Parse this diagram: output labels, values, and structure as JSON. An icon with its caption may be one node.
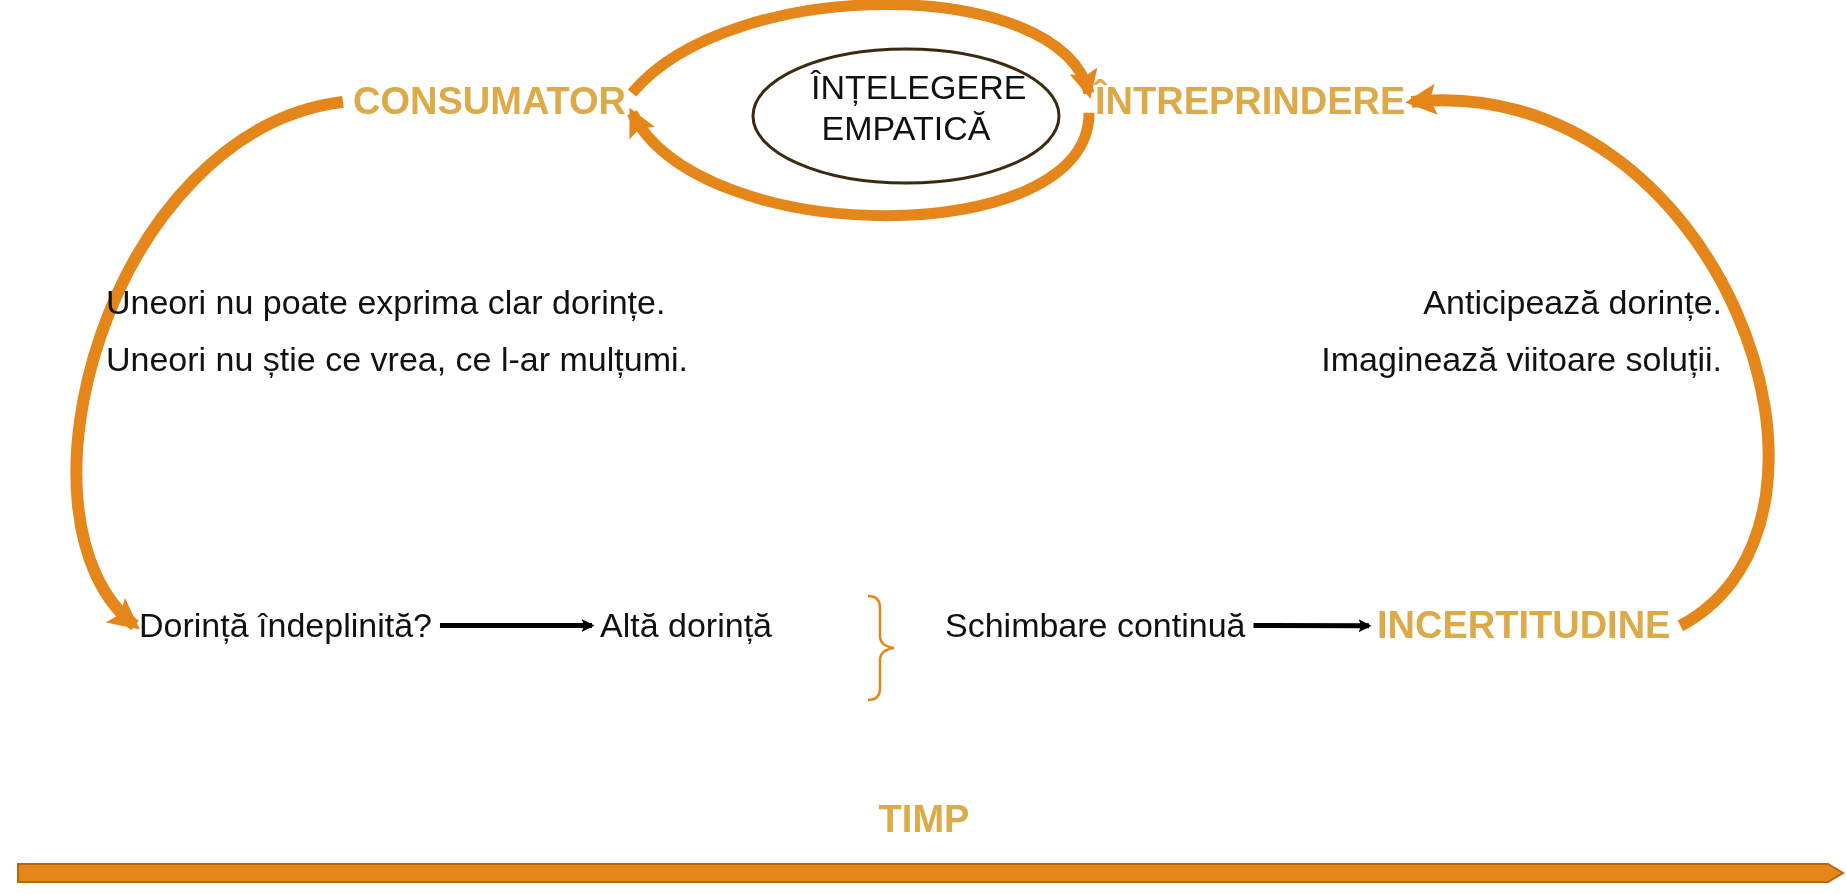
{
  "diagram": {
    "nodes": [
      {
        "text": [
          "CONSUMATOR"
        ]
      },
      {
        "text": [
          "ÎNȚELEGERE EMPATICĂ"
        ]
      },
      {
        "text": [
          "ÎNTREPRINDERE"
        ]
      },
      {
        "text": [
          "Dorință îndeplinită?"
        ]
      },
      {
        "text": [
          "Altă dorință"
        ]
      },
      {
        "text": [
          "Schimbare continuă"
        ]
      },
      {
        "text": [
          "INCERTITUDINE"
        ]
      }
    ],
    "edges": [
      {
        "from": 0,
        "to": 3,
        "arrow": "to"
      },
      {
        "from": 3,
        "to": 4,
        "arrow": "to",
        "color": "#000000"
      },
      {
        "from": 5,
        "to": 6,
        "arrow": "to",
        "color": "#000000"
      },
      {
        "from": 6,
        "to": 2,
        "arrow": "to"
      },
      {
        "from": 0,
        "to": 2,
        "arrow": "to"
      },
      {
        "from": 2,
        "to": 0,
        "arrow": "to"
      }
    ],
    "labels": [
      "Uneori nu poate exprima clar dorințe.",
      "Uneori nu știe ce vrea, ce l-ar mulțumi.",
      "Anticipează dorințe.",
      "Imaginează viitoare soluții.",
      "TIMP"
    ]
  }
}
